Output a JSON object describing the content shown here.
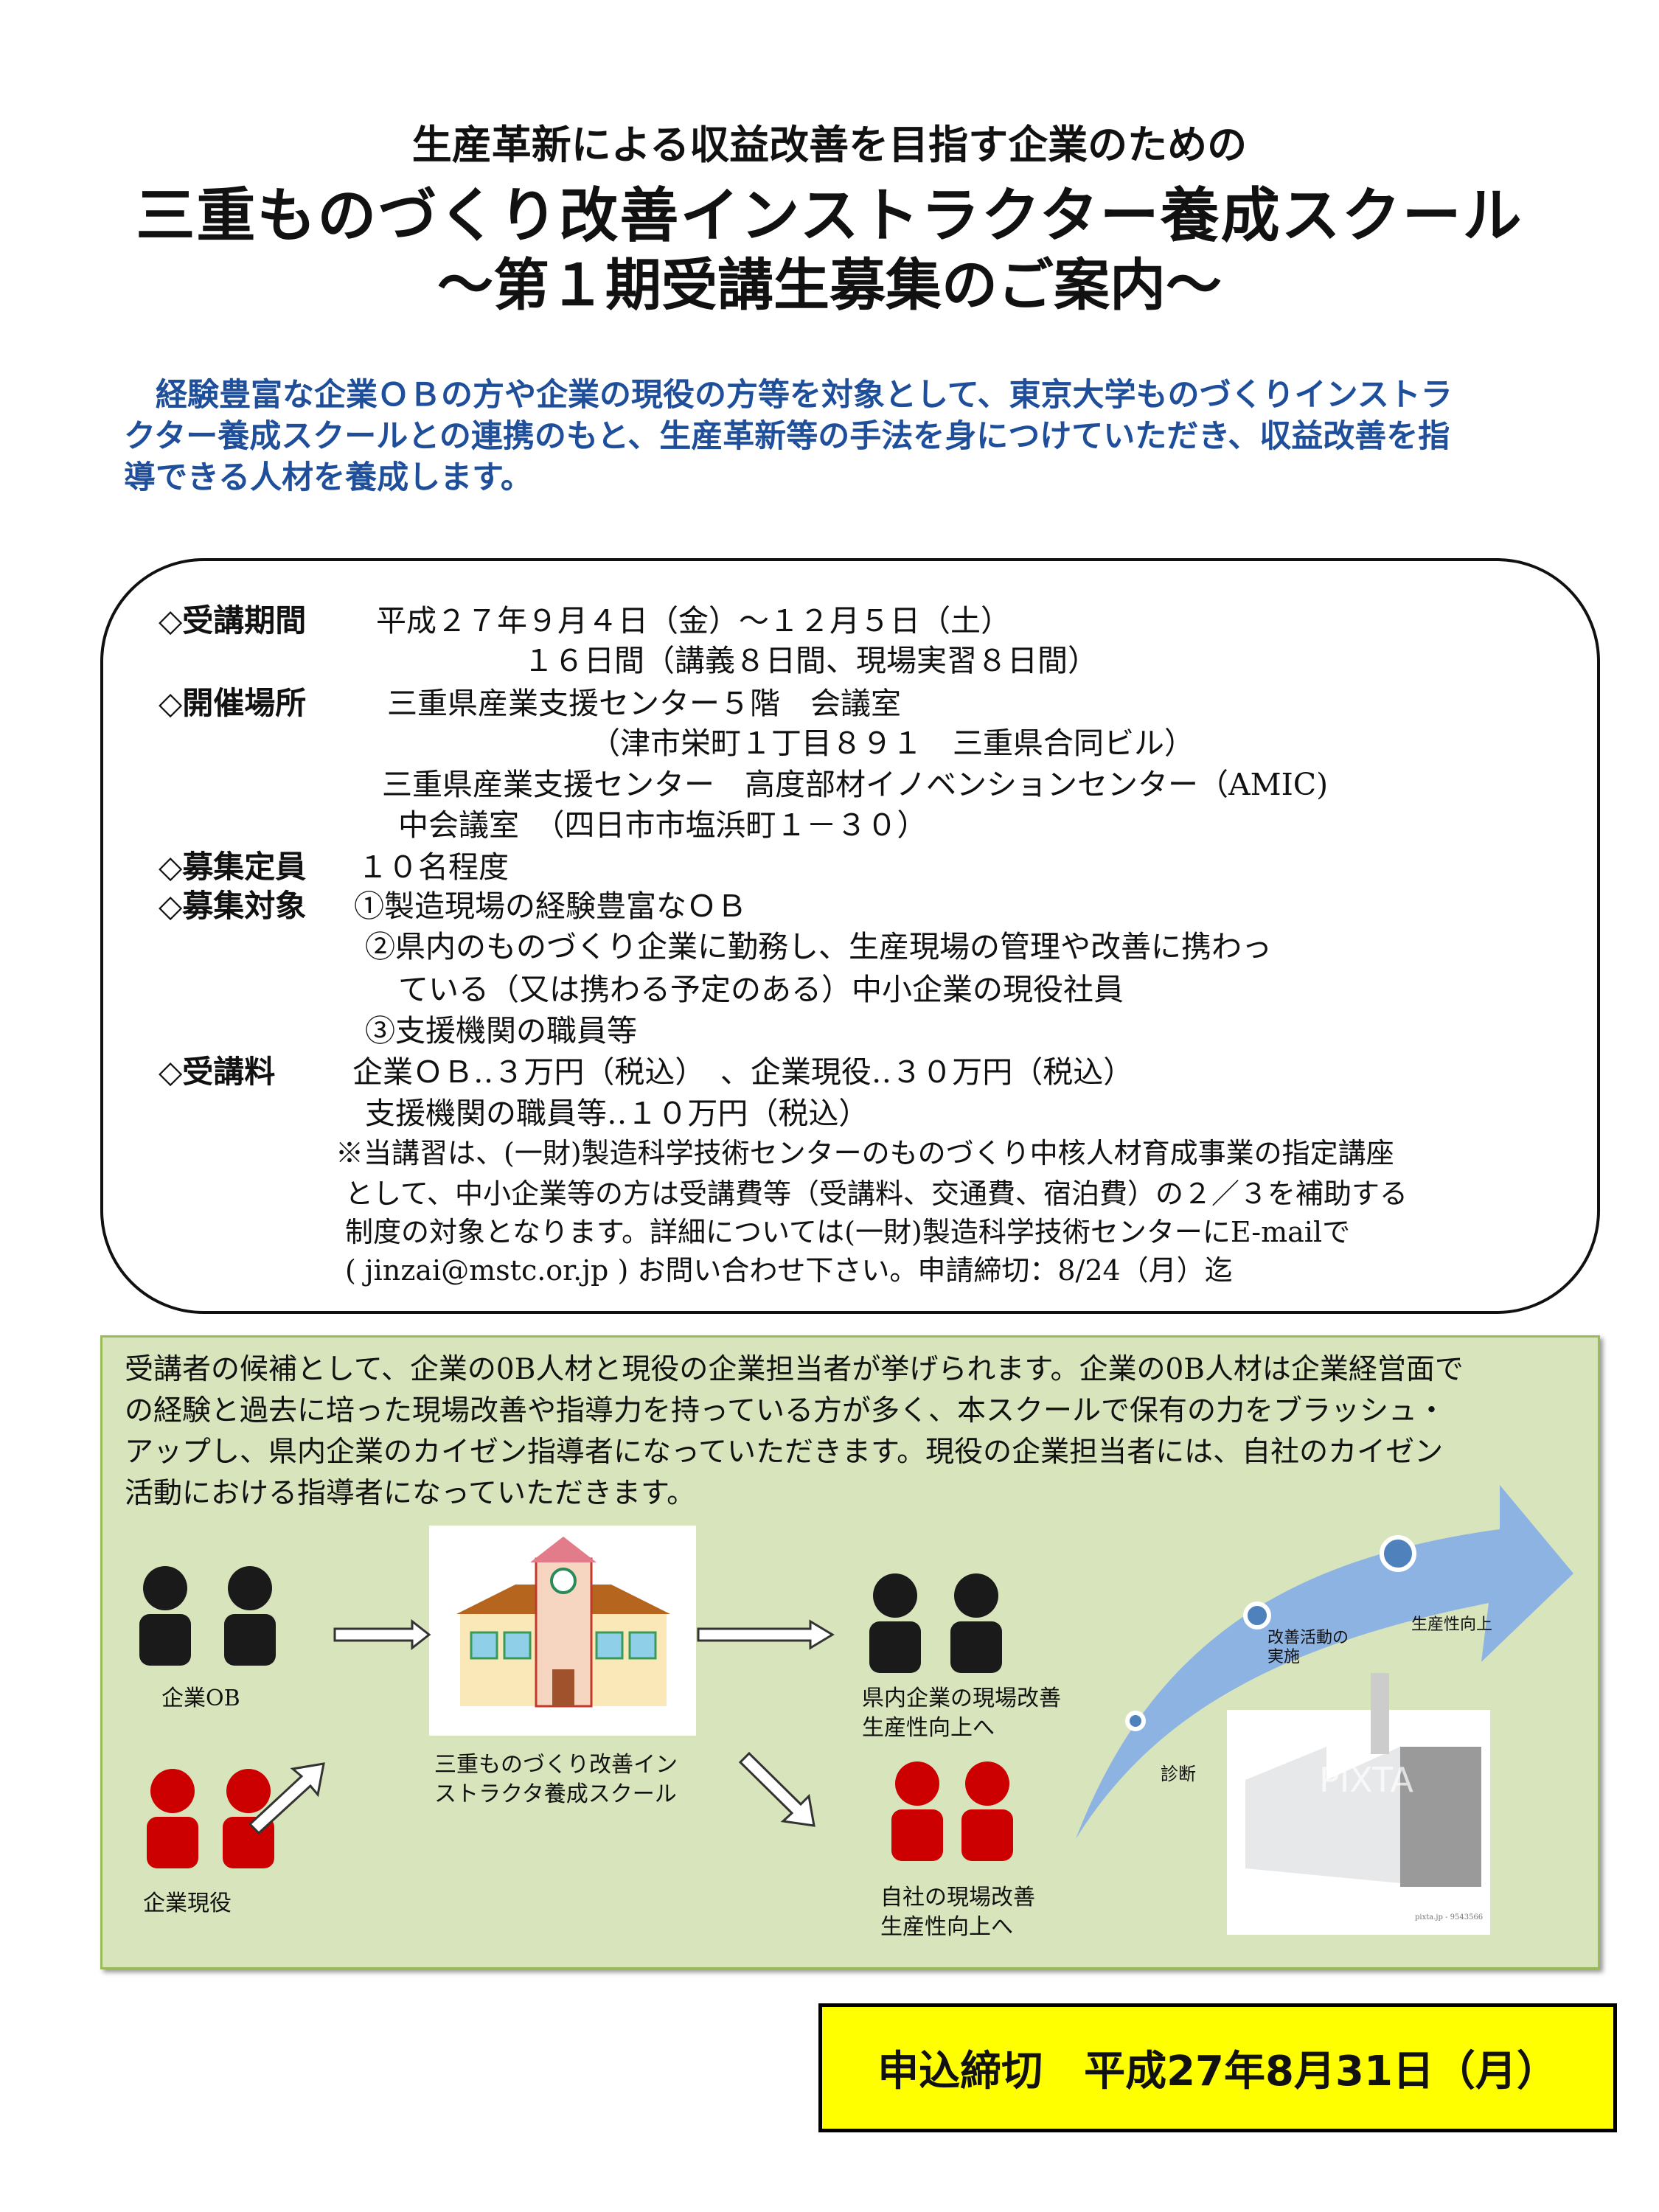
{
  "header": {
    "subtitle": "生産革新による収益改善を目指す企業のための",
    "title": "三重ものづくり改善インストラクター養成スクール",
    "title2": "～第１期受講生募集のご案内～"
  },
  "intro": [
    "　経験豊富な企業ＯＢの方や企業の現役の方等を対象として、東京大学ものづくりインストラ",
    "クター養成スクールとの連携のもと、生産革新等の手法を身につけていただき、収益改善を指",
    "導できる人材を養成します。"
  ],
  "details": {
    "period_label": "◇受講期間",
    "period": [
      "平成２７年９月４日（金）～１２月５日（土）",
      "１６日間（講義８日間、現場実習８日間）"
    ],
    "venue_label": "◇開催場所",
    "venue": [
      "三重県産業支援センター５階　会議室",
      "（津市栄町１丁目８９１　三重県合同ビル）",
      "三重県産業支援センター　高度部材イノベンションセンター（AMIC)",
      "中会議室　（四日市市塩浜町１－３０）"
    ],
    "capacity_label": "◇募集定員",
    "capacity": "１０名程度",
    "target_label": "◇募集対象",
    "target": [
      "①製造現場の経験豊富なＯＢ",
      "②県内のものづくり企業に勤務し、生産現場の管理や改善に携わっ",
      "ている（又は携わる予定のある）中小企業の現役社員",
      "③支援機関の職員等"
    ],
    "fee_label": "◇受講料",
    "fee": [
      "企業ＯＢ‥３万円（税込）　、企業現役‥３０万円（税込）",
      "支援機関の職員等‥１０万円（税込）"
    ],
    "note": [
      "※当講習は、(一財)製造科学技術センターのものづくり中核人材育成事業の指定講座",
      "として、中小企業等の方は受講費等（受講料、交通費、宿泊費）の２／３を補助する",
      "制度の対象となります。詳細については(一財)製造科学技術センターにE-mailで",
      "( jinzai@mstc.or.jp ) お問い合わせ下さい。申請締切：8/24（月）迄"
    ]
  },
  "diagram": {
    "text": [
      "受講者の候補として、企業の0B人材と現役の企業担当者が挙げられます。企業の0B人材は企業経営面で",
      "の経験と過去に培った現場改善や指導力を持っている方が多く、本スクールで保有の力をブラッシュ・",
      "アップし、県内企業のカイゼン指導者になっていただきます。現役の企業担当者には、自社のカイゼン",
      "活動における指導者になっていただきます。"
    ],
    "ob_label": "企業OB",
    "active_label": "企業現役",
    "school_label": [
      "三重ものづくり改善イン",
      "ストラクタ養成スクール"
    ],
    "pref_label": [
      "県内企業の現場改善",
      "生産性向上へ"
    ],
    "own_label": [
      "自社の現場改善",
      "生産性向上へ"
    ],
    "steps": [
      "診断",
      "改善活動の",
      "実施",
      "生産性向上"
    ],
    "photo_credit": "pixta.jp - 9543566",
    "watermark": "PIXTA"
  },
  "deadline": "申込締切　平成27年8月31日（月）",
  "colors": {
    "intro": "#1f4e9a",
    "green": "#d8e4bc",
    "yellow": "#ffff00",
    "red": "#cc0000",
    "arrow": "#8db3e2"
  }
}
